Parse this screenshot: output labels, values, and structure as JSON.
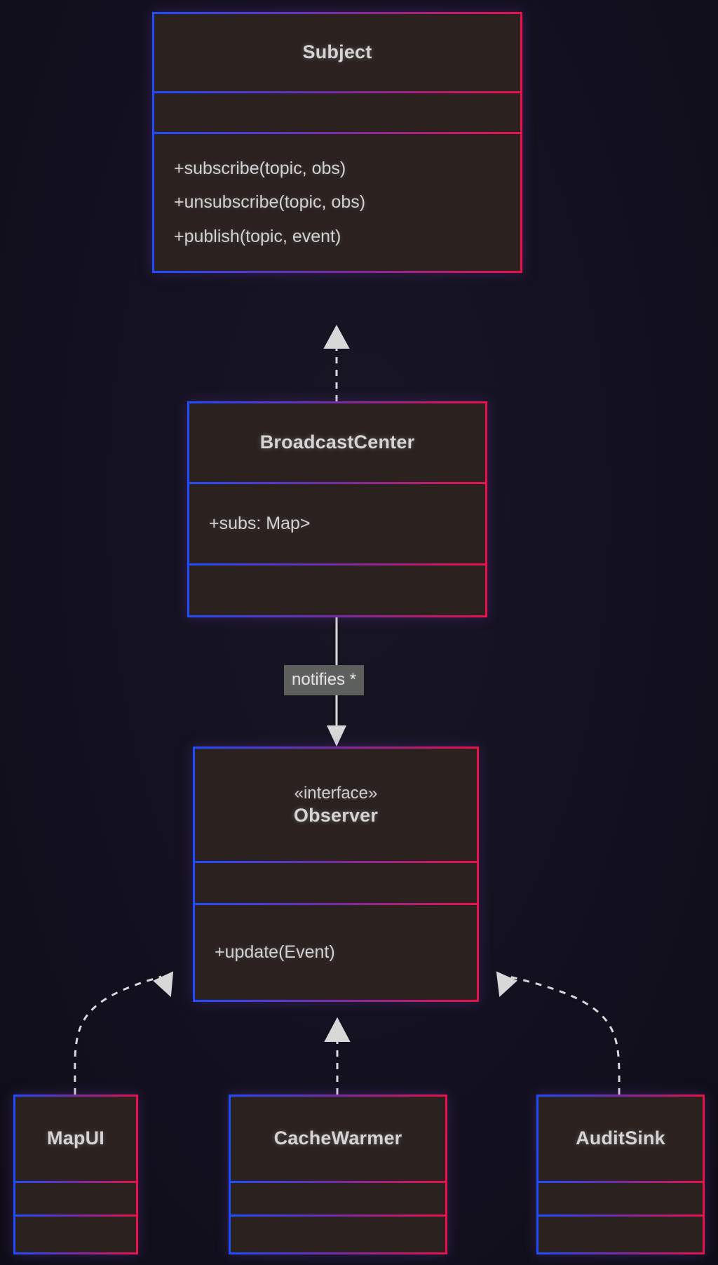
{
  "diagram": {
    "type": "uml-class-diagram",
    "pattern": "Observer",
    "theme": {
      "background": "#14121d",
      "box_fill": "#2b2220",
      "border_gradient_start": "#1f4cff",
      "border_gradient_mid": "#7a2ba8",
      "border_gradient_end": "#e8114b",
      "text": "#d4d4d4",
      "edge": "#d8d8d8",
      "label_background": "#5d5f5d"
    }
  },
  "classes": {
    "subject": {
      "name": "Subject",
      "stereotype": "",
      "attributes": [],
      "operations": [
        "+subscribe(topic, obs)",
        "+unsubscribe(topic, obs)",
        "+publish(topic, event)"
      ]
    },
    "broadcast_center": {
      "name": "BroadcastCenter",
      "stereotype": "",
      "attributes": [
        "+subs: Map>"
      ],
      "operations": []
    },
    "observer": {
      "name": "Observer",
      "stereotype": "«interface»",
      "attributes": [],
      "operations": [
        "+update(Event)"
      ]
    },
    "map_ui": {
      "name": "MapUI",
      "stereotype": "",
      "attributes": [],
      "operations": []
    },
    "cache_warmer": {
      "name": "CacheWarmer",
      "stereotype": "",
      "attributes": [],
      "operations": []
    },
    "audit_sink": {
      "name": "AuditSink",
      "stereotype": "",
      "attributes": [],
      "operations": []
    }
  },
  "relationships": [
    {
      "id": "broadcastcenter-realizes-subject",
      "from": "BroadcastCenter",
      "to": "Subject",
      "kind": "realization",
      "line": "dashed",
      "arrowhead": "hollow-triangle",
      "label": ""
    },
    {
      "id": "broadcastcenter-notifies-observer",
      "from": "BroadcastCenter",
      "to": "Observer",
      "kind": "association",
      "line": "solid",
      "arrowhead": "open-arrow",
      "label": "notifies *",
      "multiplicity": "*"
    },
    {
      "id": "mapui-realizes-observer",
      "from": "MapUI",
      "to": "Observer",
      "kind": "realization",
      "line": "dashed",
      "arrowhead": "hollow-triangle",
      "label": ""
    },
    {
      "id": "cachewarmer-realizes-observer",
      "from": "CacheWarmer",
      "to": "Observer",
      "kind": "realization",
      "line": "dashed",
      "arrowhead": "hollow-triangle",
      "label": ""
    },
    {
      "id": "auditsink-realizes-observer",
      "from": "AuditSink",
      "to": "Observer",
      "kind": "realization",
      "line": "dashed",
      "arrowhead": "hollow-triangle",
      "label": ""
    }
  ],
  "edge_labels": {
    "notifies": "notifies *"
  }
}
